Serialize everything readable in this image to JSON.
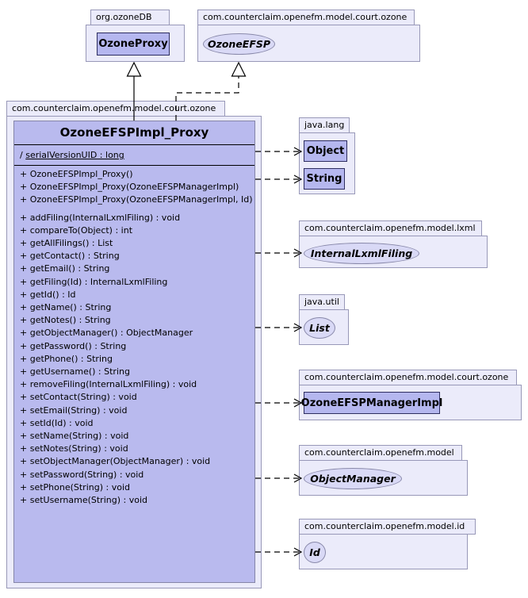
{
  "colors": {
    "package_fill": "#ebebfa",
    "package_border": "#9898b8",
    "class_fill": "#b9baee",
    "class_border": "#8585a8",
    "node_fill": "#b5b7ef",
    "node_border": "#2e2e60",
    "ellipse_fill": "#d9d9f6",
    "ellipse_border": "#8989aa",
    "line_color": "#000000"
  },
  "packages": {
    "orgOzoneDB": {
      "label": "org.ozoneDB"
    },
    "courtOzoneTop": {
      "label": "com.counterclaim.openefm.model.court.ozone"
    },
    "main": {
      "label": "com.counterclaim.openefm.model.court.ozone"
    },
    "javaLang": {
      "label": "java.lang"
    },
    "lxml": {
      "label": "com.counterclaim.openefm.model.lxml"
    },
    "javaUtil": {
      "label": "java.util"
    },
    "courtOzoneRight": {
      "label": "com.counterclaim.openefm.model.court.ozone"
    },
    "model": {
      "label": "com.counterclaim.openefm.model"
    },
    "id": {
      "label": "com.counterclaim.openefm.model.id"
    }
  },
  "nodes": {
    "ozoneProxy": "OzoneProxy",
    "ozoneEFSP": "OzoneEFSP",
    "object": "Object",
    "string": "String",
    "internalLxmlFiling": "InternalLxmlFiling",
    "list": "List",
    "ozoneEFSPManagerImpl": "OzoneEFSPManagerImpl",
    "objectManager": "ObjectManager",
    "id": "Id"
  },
  "mainClass": {
    "name": "OzoneEFSPImpl_Proxy",
    "attribute_prefix": "/",
    "attribute": "serialVersionUID : long",
    "constructors": [
      "+ OzoneEFSPImpl_Proxy()",
      "+ OzoneEFSPImpl_Proxy(OzoneEFSPManagerImpl)",
      "+ OzoneEFSPImpl_Proxy(OzoneEFSPManagerImpl, Id)"
    ],
    "methods": [
      "+ addFiling(InternalLxmlFiling) : void",
      "+ compareTo(Object) : int",
      "+ getAllFilings() : List",
      "+ getContact() : String",
      "+ getEmail() : String",
      "+ getFiling(Id) : InternalLxmlFiling",
      "+ getId() : Id",
      "+ getName() : String",
      "+ getNotes() : String",
      "+ getObjectManager() : ObjectManager",
      "+ getPassword() : String",
      "+ getPhone() : String",
      "+ getUsername() : String",
      "+ removeFiling(InternalLxmlFiling) : void",
      "+ setContact(String) : void",
      "+ setEmail(String) : void",
      "+ setId(Id) : void",
      "+ setName(String) : void",
      "+ setNotes(String) : void",
      "+ setObjectManager(ObjectManager) : void",
      "+ setPassword(String) : void",
      "+ setPhone(String) : void",
      "+ setUsername(String) : void"
    ]
  }
}
